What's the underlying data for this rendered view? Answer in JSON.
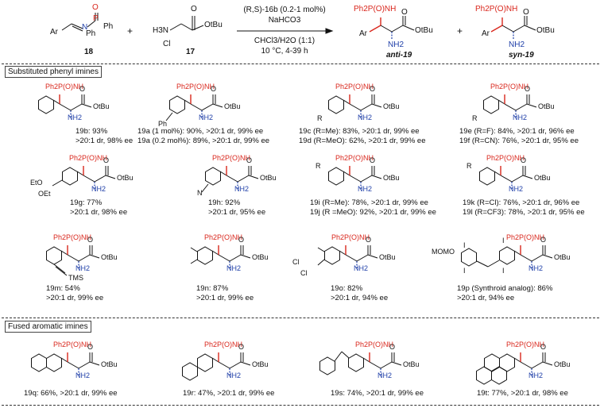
{
  "scheme": {
    "reagent_18": {
      "ar": "Ar",
      "n": "N",
      "p": "P",
      "o": "O",
      "ph1": "Ph",
      "ph2": "Ph",
      "label": "18"
    },
    "plus1": "+",
    "reagent_17": {
      "h3n": "H3N",
      "cl": "Cl",
      "o": "O",
      "otbu": "OtBu",
      "label": "17"
    },
    "conditions": [
      "(R,S)-16b (0.2-1 mol%)",
      "NaHCO3",
      "CHCl3/H2O (1:1)",
      "10 °C, 4-39 h"
    ],
    "product_anti": {
      "ph2po": "Ph2P(O)NH",
      "ar": "Ar",
      "nh2": "NH2",
      "o": "O",
      "otbu": "OtBu",
      "label": "anti-19"
    },
    "plus2": "+",
    "product_syn": {
      "ph2po": "Ph2P(O)NH",
      "ar": "Ar",
      "nh2": "NH2",
      "o": "O",
      "otbu": "OtBu",
      "label": "syn-19"
    }
  },
  "sections": {
    "substituted": "Substituted phenyl imines",
    "fused": "Fused aromatic imines"
  },
  "common": {
    "ph2po": "Ph2P(O)NH",
    "nh2": "NH2",
    "o": "O",
    "otbu": "OtBu"
  },
  "compounds": [
    {
      "id": "19b",
      "lines": [
        "19b: 93%",
        ">20:1 dr, 98% ee"
      ]
    },
    {
      "id": "19a",
      "lines": [
        "19a (1 mol%): 90%, >20:1 dr, 99% ee",
        "19a (0.2 mol%): 89%, >20:1 dr, 99% ee"
      ],
      "sub": "Ph"
    },
    {
      "id": "19c",
      "lines": [
        "19c (R=Me): 83%, >20:1 dr, 99% ee",
        "19d (R=MeO): 62%, >20:1 dr, 99% ee"
      ],
      "sub": "R"
    },
    {
      "id": "19e",
      "lines": [
        "19e (R=F): 84%, >20:1 dr, 96% ee",
        "19f (R=CN): 76%, >20:1 dr, 95% ee"
      ],
      "sub": "R"
    },
    {
      "id": "19g",
      "lines": [
        "19g: 77%",
        ">20:1 dr, 98% ee"
      ],
      "sub1": "EtO",
      "sub2": "OEt"
    },
    {
      "id": "19h",
      "lines": [
        "19h: 92%",
        ">20:1 dr, 95% ee"
      ],
      "sub": "N"
    },
    {
      "id": "19i",
      "lines": [
        "19i (R=Me): 78%, >20:1 dr, 99% ee",
        "19j (R =MeO): 92%, >20:1 dr, 99% ee"
      ],
      "sub": "R"
    },
    {
      "id": "19k",
      "lines": [
        "19k (R=Cl): 76%, >20:1 dr, 96% ee",
        "19l (R=CF3): 78%, >20:1 dr, 95% ee"
      ],
      "sub": "R"
    },
    {
      "id": "19m",
      "lines": [
        "19m: 54%",
        ">20:1 dr, 99% ee"
      ],
      "sub": "TMS"
    },
    {
      "id": "19n",
      "lines": [
        "19n: 87%",
        ">20:1 dr, 99% ee"
      ]
    },
    {
      "id": "19o",
      "lines": [
        "19o: 82%",
        ">20:1 dr, 94% ee"
      ],
      "sub1": "Cl",
      "sub2": "Cl"
    },
    {
      "id": "19p",
      "lines": [
        "19p (Synthroid analog): 86%",
        ">20:1 dr, 94% ee"
      ],
      "sub": "MOMO",
      "iodo": "I"
    },
    {
      "id": "19q",
      "lines": [
        "19q: 66%, >20:1 dr, 99% ee"
      ]
    },
    {
      "id": "19r",
      "lines": [
        "19r: 47%, >20:1 dr, 99% ee"
      ]
    },
    {
      "id": "19s",
      "lines": [
        "19s: 74%, >20:1 dr, 99% ee"
      ]
    },
    {
      "id": "19t",
      "lines": [
        "19t: 77%, >20:1 dr, 98% ee"
      ]
    }
  ]
}
